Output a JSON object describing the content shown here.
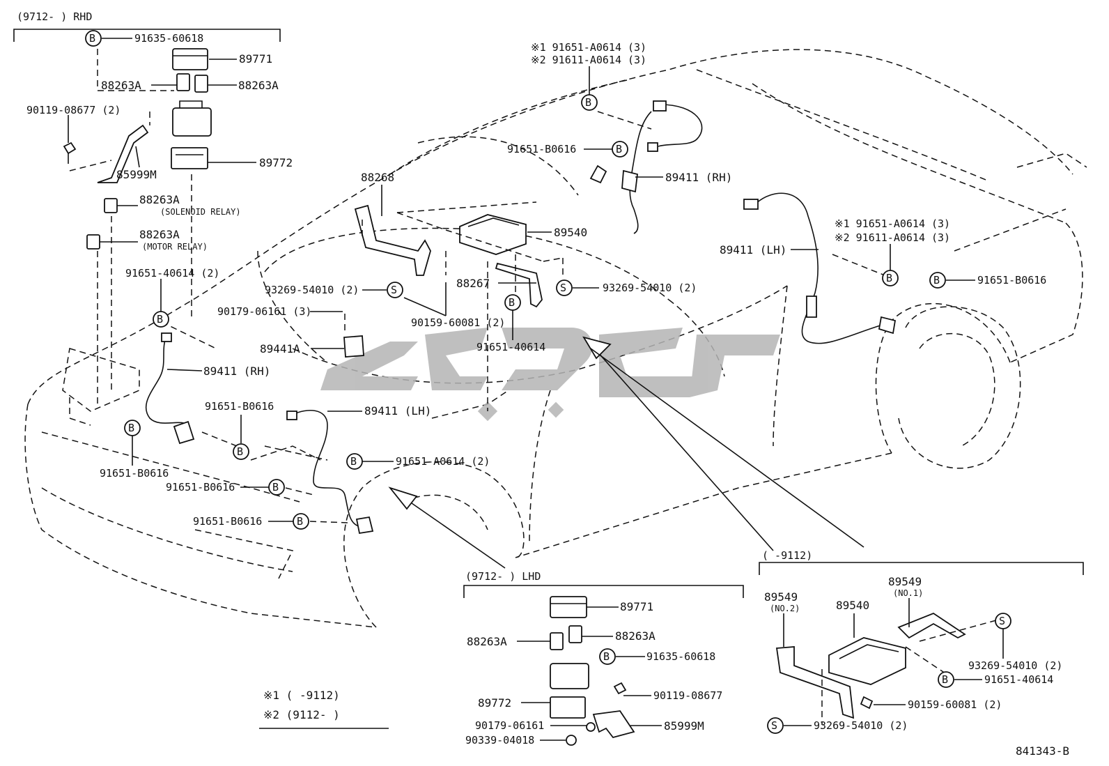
{
  "headers": {
    "rhd": "(9712-      ) RHD",
    "lhd": "(9712-      ) LHD",
    "early": "(      -9112)"
  },
  "labels": {
    "p91635_60618_top": "91635-60618",
    "p89771_top": "89771",
    "p88263A_left": "88263A",
    "p88263A_right": "88263A",
    "p90119_08677_2": "90119-08677 (2)",
    "p89772_top": "89772",
    "p85999M_top": "85999M",
    "p88263A_solenoid": "88263A",
    "solenoid_relay": "(SOLENOID RELAY)",
    "p88263A_motor": "88263A",
    "motor_relay": "(MOTOR RELAY)",
    "p91651_40614_2": "91651-40614 (2)",
    "p89411_rh_front": "89411 (RH)",
    "p91651_B0616_a": "91651-B0616",
    "p91651_B0616_b": "91651-B0616",
    "p89411_lh_front": "89411 (LH)",
    "p91651_A0614_2": "91651-A0614 (2)",
    "p91651_B0616_c": "91651-B0616",
    "p91651_B0616_d": "91651-B0616",
    "p88268": "88268",
    "p93269_54010_2_a": "93269-54010 (2)",
    "p90179_06161_3": "90179-06161 (3)",
    "p90159_60081_2_a": "90159-60081 (2)",
    "p89441A": "89441A",
    "p91651_40614": "91651-40614",
    "p88267": "88267",
    "p89540_main": "89540",
    "p93269_54010_2_b": "93269-54010 (2)",
    "rear_rh_n1": "※1 91651-A0614 (3)",
    "rear_rh_n2": "※2 91611-A0614 (3)",
    "p91651_B0616_e": "91651-B0616",
    "p89411_rh_rear": "89411 (RH)",
    "rear_lh_n1": "※1 91651-A0614 (3)",
    "rear_lh_n2": "※2 91611-A0614 (3)",
    "p89411_lh_rear": "89411 (LH)",
    "p91651_B0616_f": "91651-B0616",
    "note1": "※1 (      -9112)",
    "note2": "※2 (9112-      )",
    "lhd_89771": "89771",
    "lhd_88263A_l": "88263A",
    "lhd_88263A_r": "88263A",
    "lhd_91635_60618": "91635-60618",
    "lhd_90119_08677": "90119-08677",
    "lhd_89772": "89772",
    "lhd_90179_06161": "90179-06161",
    "lhd_85999M": "85999M",
    "lhd_90339_04018": "90339-04018",
    "early_89549_no2": "89549",
    "early_no2": "(NO.2)",
    "early_89540": "89540",
    "early_89549_no1": "89549",
    "early_no1": "(NO.1)",
    "early_93269_54010_2_r": "93269-54010 (2)",
    "early_91651_40614": "91651-40614",
    "early_90159_60081_2": "90159-60081 (2)",
    "early_93269_54010_2_b": "93269-54010 (2)",
    "diagram_code": "841343-B"
  },
  "markers": {
    "bolt": "B",
    "screw": "S"
  },
  "colors": {
    "ink": "#111111",
    "watermark": "#b5b5b5"
  }
}
